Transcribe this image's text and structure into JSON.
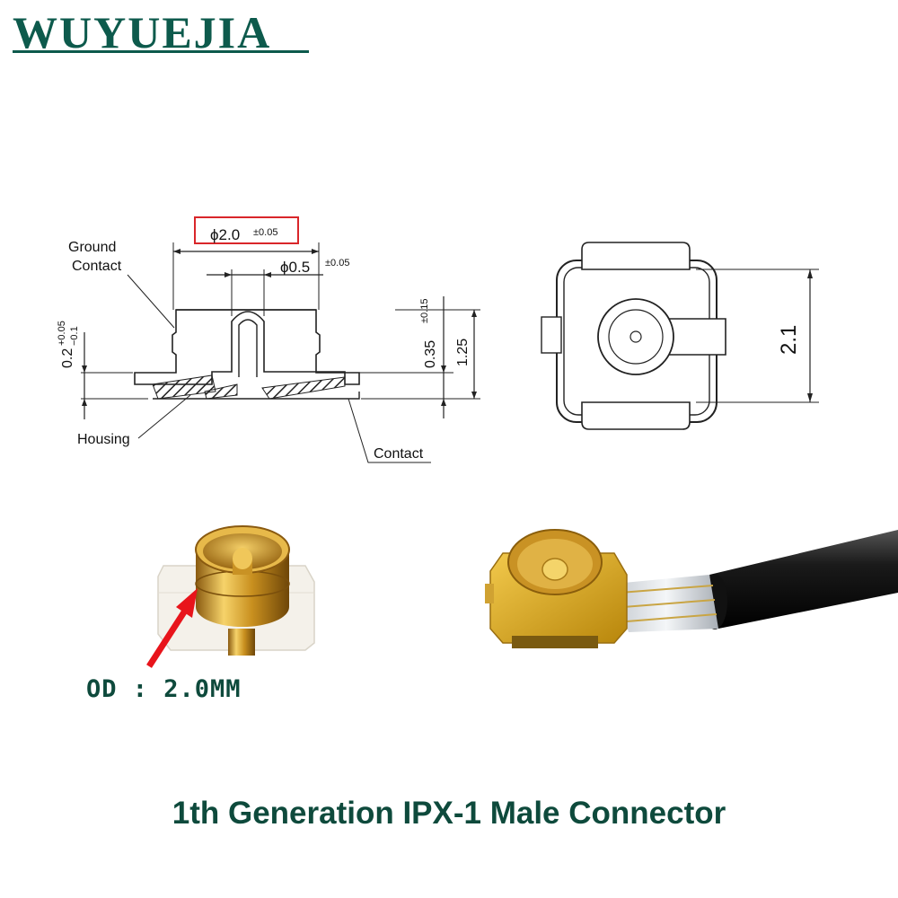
{
  "brand": {
    "name": "WUYUEJIA",
    "color": "#0d5a4c"
  },
  "drawing": {
    "diameter_main": "ϕ2.0",
    "diameter_main_tol": "±0.05",
    "diameter_pin": "ϕ0.5",
    "diameter_pin_tol": "±0.05",
    "label_ground_contact_line1": "Ground",
    "label_ground_contact_line2": "Contact",
    "label_housing": "Housing",
    "label_contact": "Contact",
    "dim_base": "0.2",
    "dim_base_tol_plus": "+0.05",
    "dim_base_tol_minus": "−0.1",
    "dim_body": "0.35",
    "dim_body_tol": "±0.15",
    "dim_height": "1.25",
    "dim_width": "2.1",
    "highlight_color": "#d9262a"
  },
  "photos": {
    "od_label": "OD : 2.0MM",
    "arrow_color": "#e8141b",
    "gold_color": "#d4a62a"
  },
  "caption": "1th Generation IPX-1 Male Connector"
}
